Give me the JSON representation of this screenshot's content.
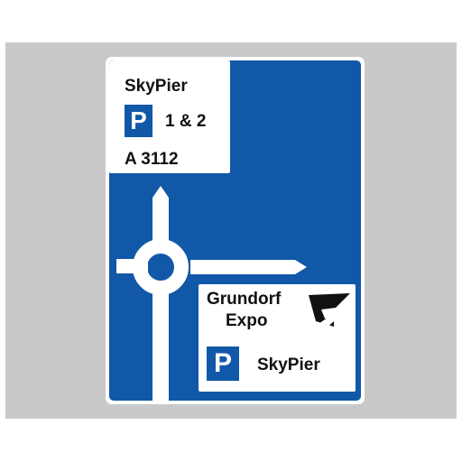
{
  "colors": {
    "sign_blue": "#1158a8",
    "panel_white": "#ffffff",
    "frame_grey": "#c9c9c9",
    "text": "#111111"
  },
  "top_panel": {
    "destination": "SkyPier",
    "parking_symbol": "P",
    "parking_numbers": "1 & 2",
    "road": "A 3112"
  },
  "bottom_panel": {
    "destination_line1": "Grundorf",
    "destination_line2": "Expo",
    "logo_icon": "grundorf-expo-logo",
    "parking_symbol": "P",
    "parking_destination": "SkyPier"
  },
  "diagram_icon": "roundabout-route-arrows"
}
